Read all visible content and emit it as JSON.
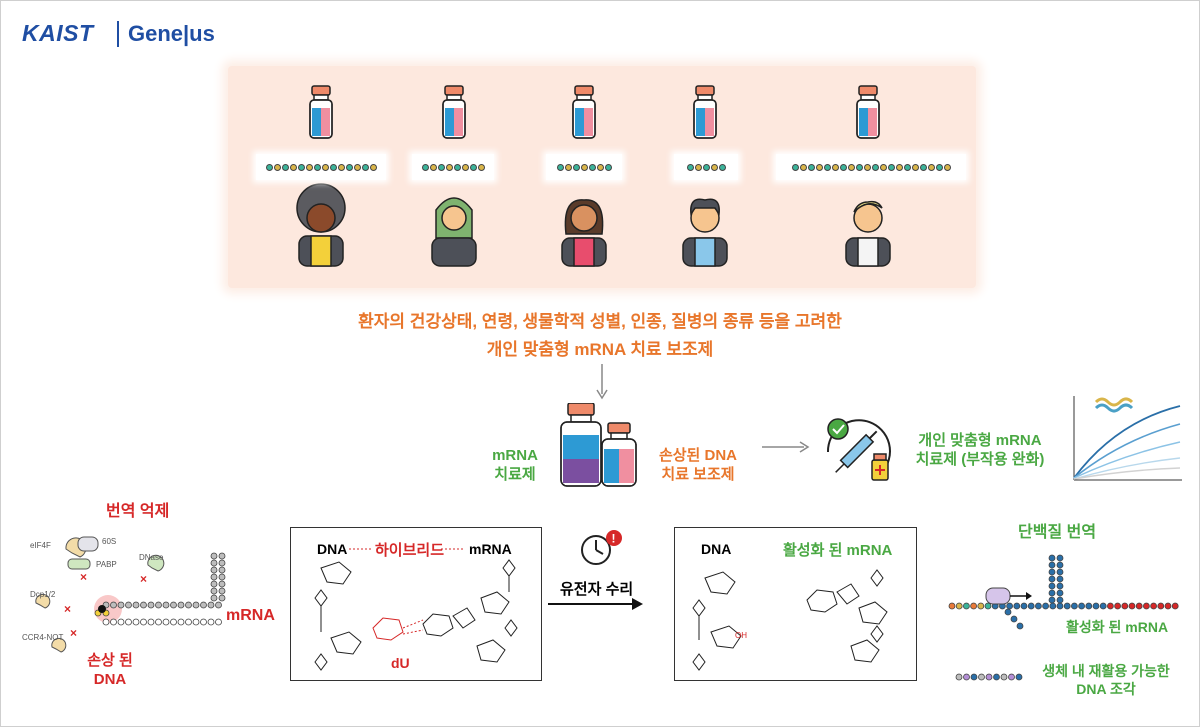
{
  "logo": {
    "kaist": "KAIST",
    "geneius": "Gene|us"
  },
  "top_caption": {
    "line1": "환자의 건강상태, 연령, 생물학적 성별, 인종, 질병의 종류 등을 고려한",
    "line2": "개인 맞춤형 mRNA 치료 보조제"
  },
  "middle": {
    "mrna_label": "mRNA\n치료제",
    "dna_label": "손상된 DNA\n치료 보조제",
    "personal_label": "개인 맞춤형 mRNA\n치료제 (부작용 완화)"
  },
  "bottom": {
    "translation_repression": "번역 억제",
    "elf4f": "eIF4F",
    "s60": "60S",
    "pabp": "PABP",
    "dnase": "DNase",
    "dcp": "Dcp1/2",
    "ccr4": "CCR4-NOT",
    "mrna_red": "mRNA",
    "damaged_dna": "손상 된\nDNA",
    "box1_dna": "DNA",
    "box1_hybrid": "하이브리드",
    "box1_mrna": "mRNA",
    "box1_du": "dU",
    "repair_label": "유전자 수리",
    "box2_dna": "DNA",
    "box2_active": "활성화 된 mRNA",
    "protein_translation": "단백질 번역",
    "active_mrna_small": "활성화 된 mRNA",
    "recyclable": "생체 내 재활용 가능한\nDNA 조각"
  },
  "colors": {
    "orange": "#e8762b",
    "green": "#4aa843",
    "red": "#d62828",
    "panel_bg": "#fde8de",
    "brand_blue": "#1f4ea3"
  }
}
